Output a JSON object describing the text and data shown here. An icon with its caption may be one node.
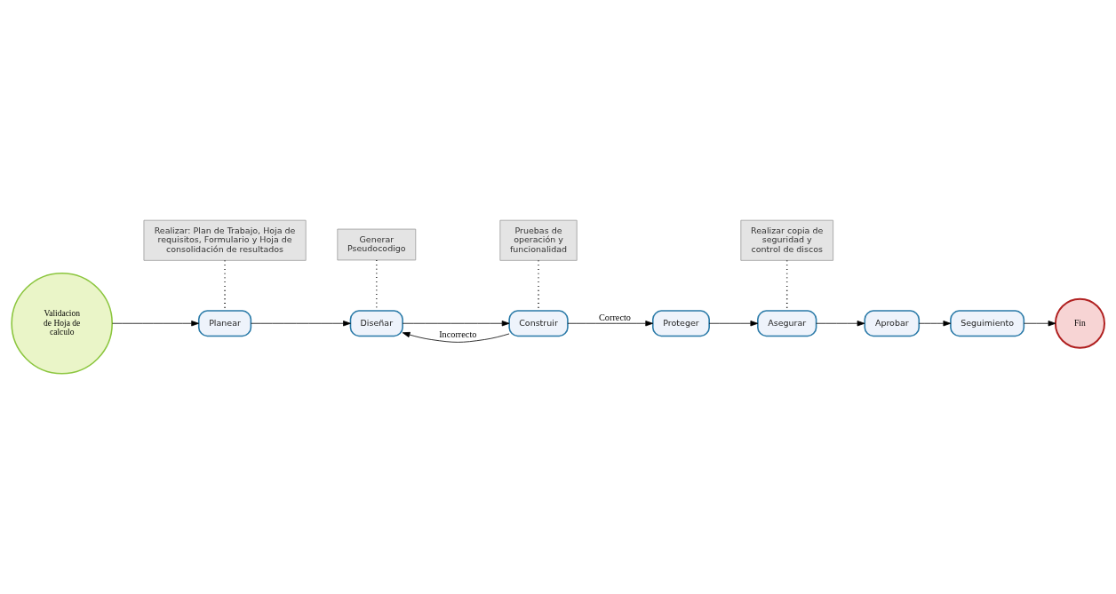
{
  "diagram": {
    "nodes": [
      {
        "text": [
          "Validacion de Hoja de calculo"
        ]
      },
      {
        "text": [
          "Realizar: Plan de Trabajo, Hoja de requisitos, Formulario y Hoja de consolidación de resultados"
        ]
      },
      {
        "text": [
          "Planear"
        ]
      },
      {
        "text": [
          "Generar Pseudocodigo"
        ]
      },
      {
        "text": [
          "Diseñar"
        ]
      },
      {
        "text": [
          "Pruebas de operación y funcionalidad"
        ]
      },
      {
        "text": [
          "Construir"
        ]
      },
      {
        "text": [
          "Proteger"
        ]
      },
      {
        "text": [
          "Asegurar"
        ]
      },
      {
        "text": [
          "Realizar copia de seguridad y control de discos"
        ]
      },
      {
        "text": [
          "Aprobar"
        ]
      },
      {
        "text": [
          "Seguimiento"
        ]
      },
      {
        "text": [
          "Fin"
        ]
      }
    ],
    "edges": [
      {
        "from": 0,
        "to": 2,
        "arrow": "to"
      },
      {
        "from": 1,
        "to": 2,
        "arrow": "none",
        "style": "dashed"
      },
      {
        "from": 2,
        "to": 4,
        "arrow": "to"
      },
      {
        "from": 3,
        "to": 4,
        "arrow": "none",
        "style": "dashed"
      },
      {
        "from": 4,
        "to": 6,
        "arrow": "to"
      },
      {
        "from": 5,
        "to": 6,
        "arrow": "none",
        "style": "dashed"
      },
      {
        "from": 6,
        "to": 4,
        "arrow": "to",
        "label": "Incorrecto"
      },
      {
        "from": 6,
        "to": 7,
        "arrow": "to",
        "label": "Correcto"
      },
      {
        "from": 7,
        "to": 8,
        "arrow": "to"
      },
      {
        "from": 9,
        "to": 8,
        "arrow": "none",
        "style": "dashed"
      },
      {
        "from": 8,
        "to": 10,
        "arrow": "to"
      },
      {
        "from": 10,
        "to": 11,
        "arrow": "to"
      },
      {
        "from": 11,
        "to": 12,
        "arrow": "to"
      }
    ]
  }
}
